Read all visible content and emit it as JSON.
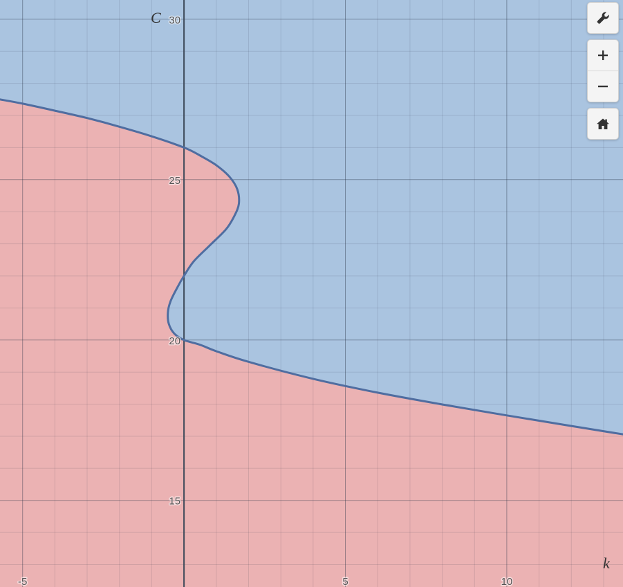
{
  "chart_data": {
    "type": "area",
    "title": "",
    "xlabel": "k",
    "ylabel": "C",
    "xlim": [
      -5.7,
      13.6
    ],
    "ylim": [
      12.3,
      30.6
    ],
    "grid": true,
    "minor_step": 1,
    "major_step": 5,
    "x_ticks": [
      -5,
      5,
      10
    ],
    "y_ticks": [
      15,
      20,
      25,
      30
    ],
    "series": [
      {
        "curve": [
          [
            13.6,
            17.06
          ],
          [
            12.0,
            17.32
          ],
          [
            10.0,
            17.65
          ],
          [
            8.0,
            17.99
          ],
          [
            6.0,
            18.36
          ],
          [
            4.0,
            18.79
          ],
          [
            2.0,
            19.32
          ],
          [
            1.0,
            19.65
          ],
          [
            0.5,
            19.85
          ],
          [
            0.0,
            20.0
          ],
          [
            -0.3,
            20.2
          ],
          [
            -0.47,
            20.5
          ],
          [
            -0.5,
            20.85
          ],
          [
            -0.42,
            21.2
          ],
          [
            -0.2,
            21.65
          ],
          [
            0.0,
            22.0
          ],
          [
            0.3,
            22.45
          ],
          [
            0.8,
            22.95
          ],
          [
            1.3,
            23.45
          ],
          [
            1.55,
            23.85
          ],
          [
            1.7,
            24.25
          ],
          [
            1.65,
            24.7
          ],
          [
            1.4,
            25.1
          ],
          [
            1.0,
            25.45
          ],
          [
            0.5,
            25.75
          ],
          [
            0.0,
            26.0
          ],
          [
            -1.0,
            26.35
          ],
          [
            -2.0,
            26.65
          ],
          [
            -3.0,
            26.92
          ],
          [
            -4.0,
            27.15
          ],
          [
            -5.0,
            27.37
          ],
          [
            -5.7,
            27.5
          ]
        ]
      }
    ],
    "colors": {
      "region_above": "#aac4e0",
      "region_below": "#ebb2b3",
      "curve": "#4f6da0",
      "axis": "#3e4a5a"
    }
  },
  "controls": {
    "wrench_icon": "wrench-icon",
    "zoom_in_icon": "plus-icon",
    "zoom_out_icon": "minus-icon",
    "home_icon": "home-icon"
  }
}
